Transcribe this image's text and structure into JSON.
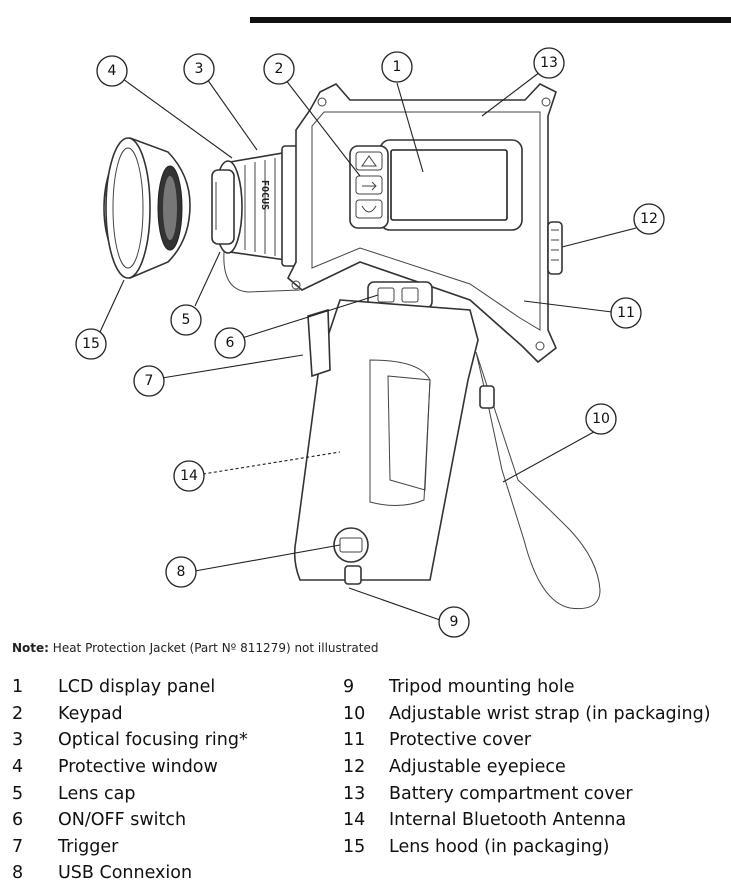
{
  "note": {
    "label": "Note:",
    "text": "Heat Protection Jacket (Part Nº 811279) not illustrated"
  },
  "callouts": [
    {
      "num": "1"
    },
    {
      "num": "2"
    },
    {
      "num": "3"
    },
    {
      "num": "4"
    },
    {
      "num": "5"
    },
    {
      "num": "6"
    },
    {
      "num": "7"
    },
    {
      "num": "8"
    },
    {
      "num": "9"
    },
    {
      "num": "10"
    },
    {
      "num": "11"
    },
    {
      "num": "12"
    },
    {
      "num": "13"
    },
    {
      "num": "14"
    },
    {
      "num": "15"
    }
  ],
  "device_text": {
    "ring_label": "FOCUS"
  },
  "legend_left": [
    {
      "num": "1",
      "label": "LCD display panel"
    },
    {
      "num": "2",
      "label": "Keypad"
    },
    {
      "num": "3",
      "label": "Optical focusing ring*"
    },
    {
      "num": "4",
      "label": "Protective window"
    },
    {
      "num": "5",
      "label": "Lens cap"
    },
    {
      "num": "6",
      "label": "ON/OFF switch"
    },
    {
      "num": "7",
      "label": "Trigger"
    },
    {
      "num": "8",
      "label": "USB Connexion"
    }
  ],
  "legend_right": [
    {
      "num": "9",
      "label": "Tripod mounting hole"
    },
    {
      "num": "10",
      "label": "Adjustable wrist strap (in packaging)"
    },
    {
      "num": "11",
      "label": "Protective cover"
    },
    {
      "num": "12",
      "label": "Adjustable eyepiece"
    },
    {
      "num": "13",
      "label": "Battery compartment cover"
    },
    {
      "num": "14",
      "label": "Internal Bluetooth Antenna"
    },
    {
      "num": "15",
      "label": "Lens hood (in packaging)"
    }
  ]
}
